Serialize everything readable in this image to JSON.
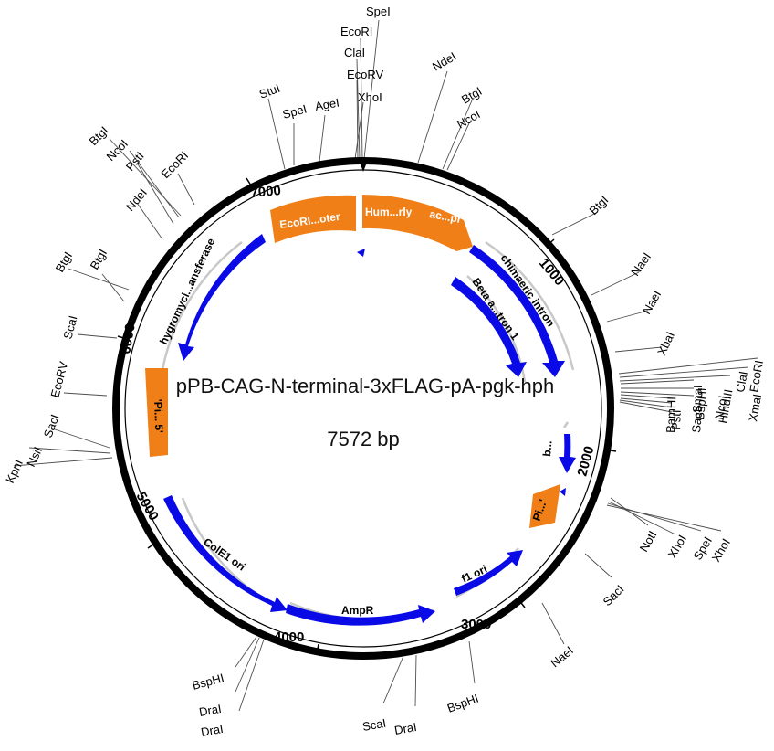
{
  "title": "pPB-CAG-N-terminal-3xFLAG-pA-pgk-hph",
  "size_label": "7572 bp",
  "colors": {
    "backbone": "#000000",
    "feature_arrow": "#0a0ae6",
    "promoter": "#f07f17",
    "label_light": "#ffffff",
    "bracket": "#c8c8c8"
  },
  "ticks": [
    "1000",
    "2000",
    "3000",
    "4000",
    "5000",
    "6000",
    "7000"
  ],
  "sites": [
    "SpeI",
    "EcoRI",
    "ClaI",
    "EcoRV",
    "XhoI",
    "NdeI",
    "BtgI",
    "NcoI",
    "BtgI",
    "NaeI",
    "NaeI",
    "XbaI",
    "EcoRI",
    "ClaI",
    "XmaI",
    "HindIII",
    "BspHI",
    "SacII",
    "SmaI",
    "BamHI",
    "PstI",
    "NcoI",
    "NotI",
    "XhoI",
    "SpeI",
    "XhoI",
    "SacI",
    "NaeI",
    "BspHI",
    "DraI",
    "ScaI",
    "DraI",
    "DraI",
    "BspHI",
    "KpnI",
    "NsiI",
    "SacI",
    "EcoRV",
    "ScaI",
    "BtgI",
    "BtgI",
    "NdeI",
    "PstI",
    "NcoI",
    "BtgI",
    "EcoRI",
    "StuI",
    "SpeI",
    "AgeI"
  ],
  "features": {
    "orange": [
      "EcoRI...oter",
      "Hum...rly",
      "ac...pr",
      "'Pi... 5'",
      "Pi...'"
    ],
    "arrows": [
      "hygromyci...ansferase",
      "chimaeric intron",
      "Beta a...tron 1",
      "b...",
      "ColE1 ori",
      "AmpR",
      "f1 ori"
    ]
  }
}
